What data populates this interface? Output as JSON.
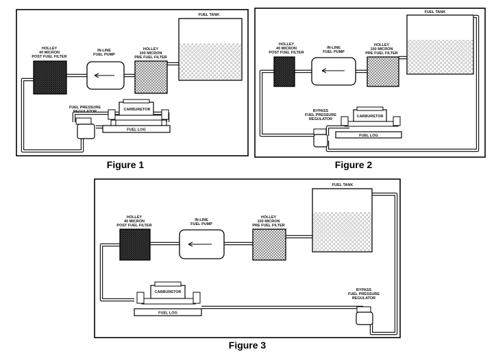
{
  "figure1": {
    "caption": "Figure 1",
    "post_filter": [
      "HOLLEY",
      "40 MICRON",
      "POST FUEL FILTER"
    ],
    "pump": [
      "IN-LINE",
      "FUEL PUMP"
    ],
    "pre_filter": [
      "HOLLEY",
      "100 MICRON",
      "PRE FUEL FILTER"
    ],
    "tank": "FUEL TANK",
    "carburetor": "CARBURETOR",
    "fuel_log": "FUEL LOG",
    "regulator": [
      "FUEL PRESSURE",
      "REGULATOR"
    ]
  },
  "figure2": {
    "caption": "Figure 2",
    "post_filter": [
      "HOLLEY",
      "40 MICRON",
      "POST FUEL FILTER"
    ],
    "pump": [
      "IN-LINE",
      "FUEL PUMP"
    ],
    "pre_filter": [
      "HOLLEY",
      "100 MICRON",
      "PRE FUEL FILTER"
    ],
    "tank": "FUEL TANK",
    "carburetor": "CARBURETOR",
    "fuel_log": "FUEL LOG",
    "regulator": [
      "BYPASS",
      "FUEL PRESSURE",
      "REGULATOR"
    ]
  },
  "figure3": {
    "caption": "Figure 3",
    "post_filter": [
      "HOLLEY",
      "40 MICRON",
      "POST FUEL FILTER"
    ],
    "pump": [
      "IN-LINE",
      "FUEL PUMP"
    ],
    "pre_filter": [
      "HOLLEY",
      "100 MICRON",
      "PRE FUEL FILTER"
    ],
    "tank": "FUEL TANK",
    "carburetor": "CARBURETOR",
    "fuel_log": "FUEL LOG",
    "regulator": [
      "BYPASS",
      "FUEL PRESSURE",
      "REGULATOR"
    ]
  }
}
